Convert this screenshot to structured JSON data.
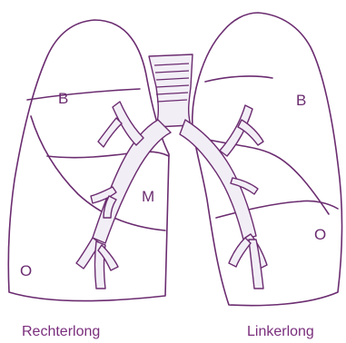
{
  "labels": {
    "right_upper": "B",
    "right_middle": "M",
    "right_lower": "O",
    "left_upper": "B",
    "left_lower": "O"
  },
  "captions": {
    "right_lung": "Rechterlong",
    "left_lung": "Linkerlong"
  },
  "colors": {
    "outline": "#6b2c70",
    "airway_fill": "#f2eef6",
    "text": "#7a2e7c"
  }
}
